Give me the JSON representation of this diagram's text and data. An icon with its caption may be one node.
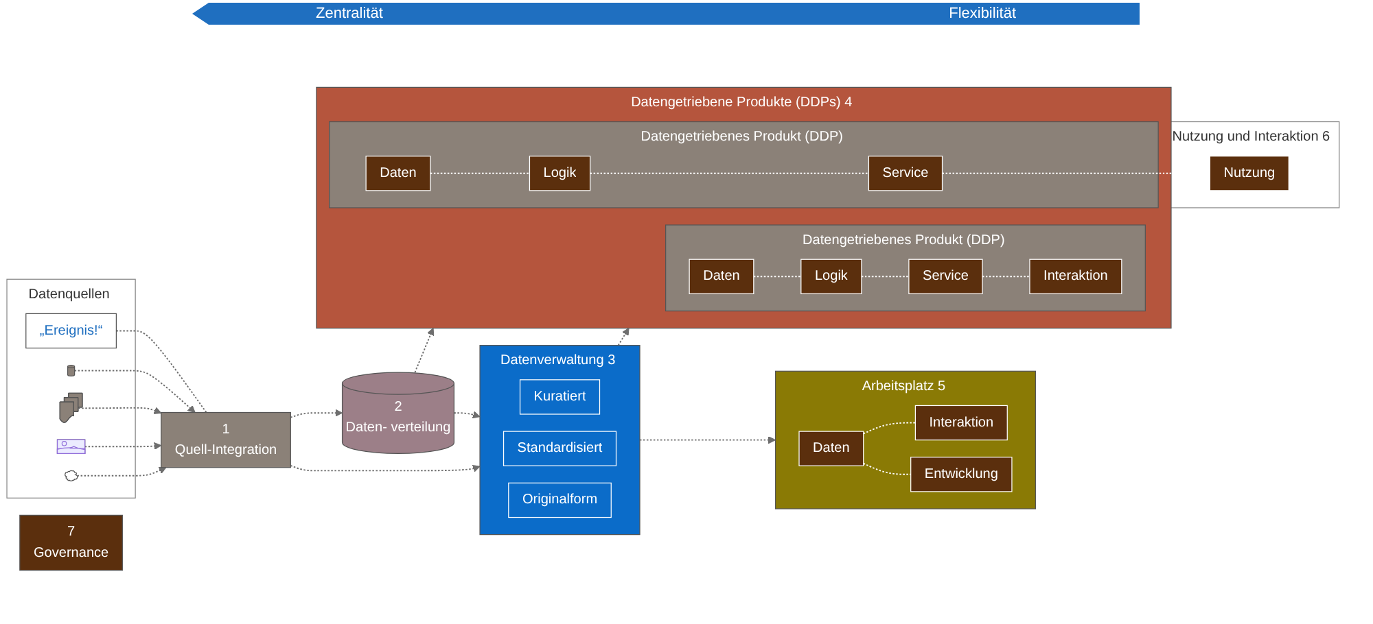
{
  "diagram": {
    "nodes": [
      {
        "text": [
          "Datenquellen"
        ]
      },
      {
        "text": [
          "„Ereignis!“"
        ],
        "in": 0
      },
      {
        "text": [],
        "shape": "cylinder",
        "in": 0
      },
      {
        "text": [],
        "shape": "box",
        "in": 0
      },
      {
        "text": [],
        "shape": "picture",
        "in": 0
      },
      {
        "text": [],
        "shape": "cloud",
        "in": 0
      },
      {
        "text": [
          "1",
          "Quell-Integration"
        ]
      },
      {
        "text": [
          "2",
          "Daten- verteilung"
        ]
      },
      {
        "text": [
          "Datengetriebene Produkte (DDPs)",
          "4"
        ]
      },
      {
        "text": [
          "Datengetriebenes Produkt (DDP)"
        ],
        "in": 8
      },
      {
        "text": [
          "Daten"
        ],
        "in": 9
      },
      {
        "text": [
          "Logik"
        ],
        "in": 9
      },
      {
        "text": [
          "Service"
        ],
        "in": 9
      },
      {
        "text": [
          "Datengetriebenes Produkt (DDP)"
        ],
        "in": 8
      },
      {
        "text": [
          "Daten"
        ],
        "in": 13
      },
      {
        "text": [
          "Logik"
        ],
        "in": 13
      },
      {
        "text": [
          "Service"
        ],
        "in": 13
      },
      {
        "text": [
          "Interaktion"
        ],
        "in": 13
      },
      {
        "text": [
          "Datenverwaltung",
          "3"
        ]
      },
      {
        "text": [
          "Kuratiert"
        ],
        "in": 18
      },
      {
        "text": [
          "Standardisiert"
        ],
        "in": 18
      },
      {
        "text": [
          "Originalform"
        ],
        "in": 18
      },
      {
        "text": [
          "Arbeitsplatz",
          "5"
        ]
      },
      {
        "text": [
          "Daten"
        ],
        "in": 22
      },
      {
        "text": [
          "Interaktion"
        ],
        "in": 22
      },
      {
        "text": [
          "Entwicklung"
        ],
        "in": 22
      },
      {
        "text": [
          "Nutzung und Interaktion",
          "6"
        ]
      },
      {
        "text": [
          "Nutzung"
        ],
        "in": 26
      },
      {
        "text": [
          "7",
          "Governance"
        ]
      }
    ],
    "edges": [
      {
        "from": 1,
        "to": 6,
        "arrow": "none",
        "style": "dashed"
      },
      {
        "from": 2,
        "to": 6,
        "arrow": "to",
        "style": "dashed"
      },
      {
        "from": 3,
        "to": 6,
        "arrow": "to",
        "style": "dashed"
      },
      {
        "from": 4,
        "to": 6,
        "arrow": "to",
        "style": "dashed"
      },
      {
        "from": 5,
        "to": 6,
        "arrow": "to",
        "style": "dashed"
      },
      {
        "from": 6,
        "to": 7,
        "arrow": "to",
        "style": "dashed"
      },
      {
        "from": 6,
        "to": 18,
        "arrow": "to",
        "style": "dashed"
      },
      {
        "from": 7,
        "to": 8,
        "arrow": "to",
        "style": "dashed"
      },
      {
        "from": 7,
        "to": 18,
        "arrow": "to",
        "style": "dashed"
      },
      {
        "from": 18,
        "to": 8,
        "arrow": "to",
        "style": "dashed"
      },
      {
        "from": 18,
        "to": 22,
        "arrow": "to",
        "style": "dashed"
      },
      {
        "from": 10,
        "to": 11,
        "arrow": "none",
        "style": "dashed",
        "color": "#ffffff"
      },
      {
        "from": 11,
        "to": 12,
        "arrow": "none",
        "style": "dashed",
        "color": "#ffffff"
      },
      {
        "from": 12,
        "to": 27,
        "arrow": "none",
        "style": "dashed",
        "color": "#ffffff"
      },
      {
        "from": 14,
        "to": 15,
        "arrow": "none",
        "style": "dashed",
        "color": "#ffffff"
      },
      {
        "from": 15,
        "to": 16,
        "arrow": "none",
        "style": "dashed",
        "color": "#ffffff"
      },
      {
        "from": 16,
        "to": 17,
        "arrow": "none",
        "style": "dashed",
        "color": "#ffffff"
      },
      {
        "from": 23,
        "to": 24,
        "arrow": "none",
        "style": "dashed",
        "color": "#ffffff"
      },
      {
        "from": 23,
        "to": 25,
        "arrow": "none",
        "style": "dashed",
        "color": "#ffffff"
      }
    ],
    "labels": [
      "Zentralität",
      "Flexibilität"
    ]
  }
}
